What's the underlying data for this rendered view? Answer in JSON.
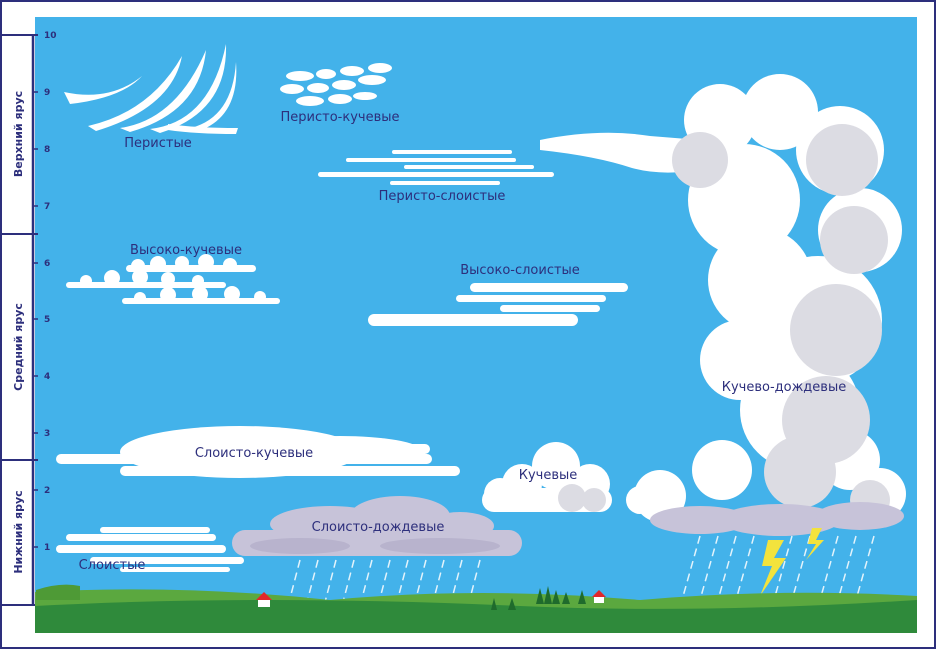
{
  "colors": {
    "sky": "#43b2ea",
    "frame": "#2d2f7c",
    "cloud_white": "#ffffff",
    "cloud_gray": "#dcdce3",
    "rain_cloud": "#c7c3d9",
    "grass_light": "#5ba83f",
    "grass_dark": "#2f8a3b",
    "lightning": "#f3e33d"
  },
  "tiers": [
    {
      "label": "Верхний ярус"
    },
    {
      "label": "Средний ярус"
    },
    {
      "label": "Нижний ярус"
    }
  ],
  "altitude_ticks": [
    "10",
    "9",
    "8",
    "7",
    "6",
    "5",
    "4",
    "3",
    "2",
    "1"
  ],
  "clouds": {
    "cirrus": "Перистые",
    "cirrocumulus": "Перисто-кучевые",
    "cirrostratus": "Перисто-слоистые",
    "altocumulus": "Высоко-кучевые",
    "altostratus": "Высоко-слоистые",
    "stratocumulus": "Слоисто-кучевые",
    "nimbostratus": "Слоисто-дождевые",
    "cumulus": "Кучевые",
    "cumulonimbus": "Кучево-дождевые",
    "stratus": "Слоистые"
  }
}
